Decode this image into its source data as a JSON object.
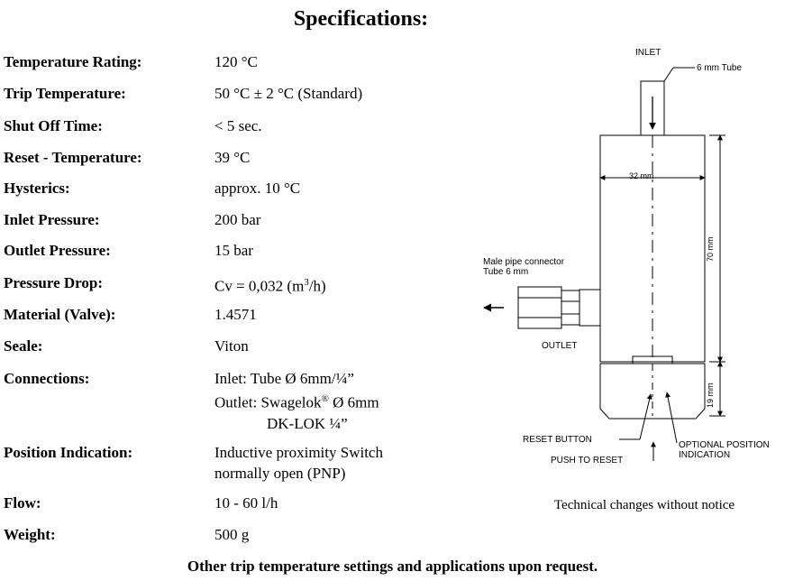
{
  "title": "Specifications:",
  "specs": [
    {
      "label": "Temperature Rating:",
      "value": "120 °C"
    },
    {
      "label": "Trip Temperature:",
      "value": "50 °C ± 2 °C (Standard)"
    },
    {
      "label": "Shut Off Time:",
      "value": "< 5 sec."
    },
    {
      "label": "Reset - Temperature:",
      "value": "39 °C"
    },
    {
      "label": "Hysterics:",
      "value": "approx. 10 °C"
    },
    {
      "label": "Inlet Pressure:",
      "value": "200 bar"
    },
    {
      "label": "Outlet Pressure:",
      "value": "15 bar"
    },
    {
      "label": "Pressure Drop:",
      "value_prefix": "Cv = 0,032 (m",
      "value_sup": "3",
      "value_suffix": "/h)"
    },
    {
      "label": "Material (Valve):",
      "value": "1.4571"
    },
    {
      "label": "Seale:",
      "value": "Viton"
    },
    {
      "label": "Connections:",
      "line1": "Inlet: Tube Ø 6mm/¼”",
      "line2_prefix": "Outlet: Swagelok",
      "line2_sup": "®",
      "line2_suffix": " Ø 6mm",
      "line3": "DK-LOK ¼”"
    },
    {
      "label": "Position Indication:",
      "line1": "Inductive proximity Switch",
      "line2": "normally open (PNP)"
    },
    {
      "label": "Flow:",
      "value": "10 - 60 l/h"
    },
    {
      "label": "Weight:",
      "value": "500 g"
    }
  ],
  "drawing": {
    "inlet_label": "INLET",
    "tube_label": "6 mm Tube",
    "width_dim": "32 mm",
    "height_dim": "70 mm",
    "cap_dim": "19 mm",
    "connector_label_1": "Male pipe connector",
    "connector_label_2": "Tube 6 mm",
    "outlet_label": "OUTLET",
    "reset_button_label": "RESET BUTTON",
    "push_to_reset_label": "PUSH TO RESET",
    "optional_label_1": "OPTIONAL POSITION",
    "optional_label_2": "INDICATION"
  },
  "notice": "Technical changes without notice",
  "footer": "Other trip temperature settings and applications upon request."
}
